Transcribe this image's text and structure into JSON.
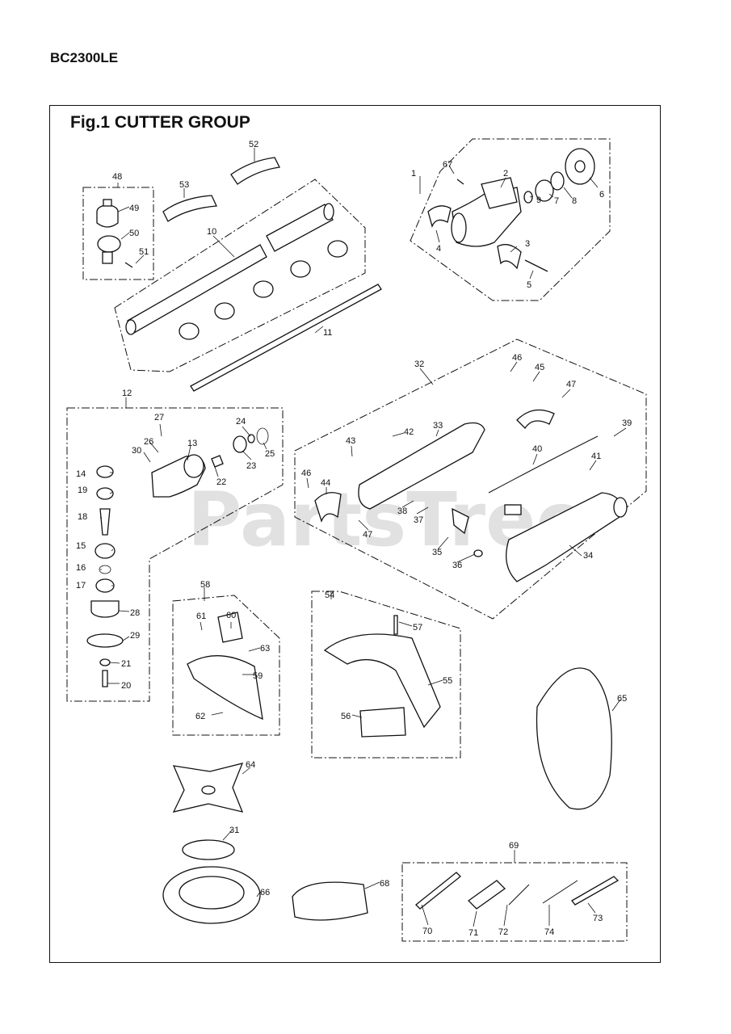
{
  "header": {
    "model": "BC2300LE"
  },
  "figure": {
    "title": "Fig.1  CUTTER GROUP",
    "watermark": "PartsTree"
  },
  "callouts": [
    "1",
    "2",
    "3",
    "4",
    "5",
    "6",
    "7",
    "8",
    "9",
    "10",
    "11",
    "12",
    "13",
    "14",
    "15",
    "16",
    "17",
    "18",
    "19",
    "20",
    "21",
    "22",
    "23",
    "24",
    "25",
    "26",
    "27",
    "28",
    "29",
    "30",
    "31",
    "32",
    "33",
    "34",
    "35",
    "36",
    "37",
    "38",
    "39",
    "40",
    "41",
    "42",
    "43",
    "44",
    "45",
    "46",
    "47",
    "47",
    "48",
    "49",
    "50",
    "51",
    "52",
    "53",
    "54",
    "55",
    "56",
    "57",
    "58",
    "59",
    "60",
    "61",
    "62",
    "63",
    "64",
    "65",
    "66",
    "67",
    "68",
    "69",
    "70",
    "71",
    "72",
    "73",
    "74"
  ]
}
